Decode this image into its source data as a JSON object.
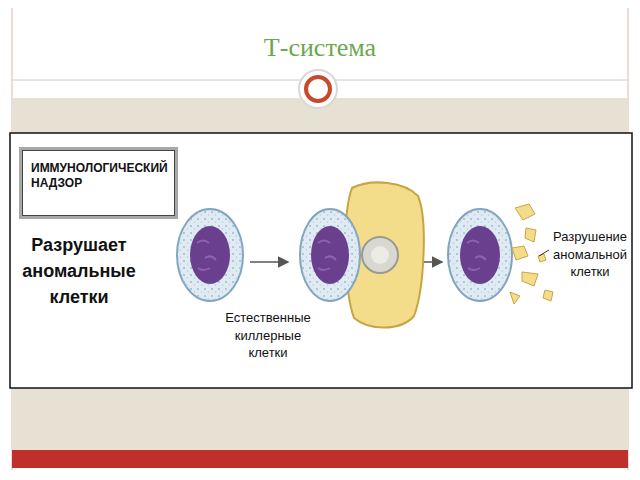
{
  "diagram": {
    "title": "Т-система",
    "nodes": [
      {
        "text": [
          "ИММУНОЛОГИЧЕСКИЙ НАДЗОР"
        ]
      }
    ],
    "labels": [
      "Разрушает аномальные клетки",
      "Естественные киллерные клетки",
      "Разрушение аномальной клетки"
    ]
  }
}
